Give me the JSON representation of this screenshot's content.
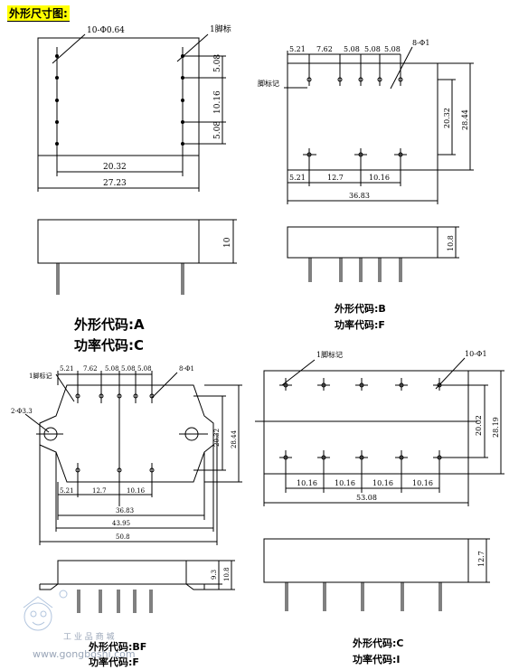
{
  "title": "外形尺寸图:",
  "diagrams": {
    "a": {
      "pin_spec": "10-Φ0.64",
      "pin1": "1脚标",
      "pitch": [
        "5.08",
        "10.16",
        "5.08"
      ],
      "width_inner": "20.32",
      "width_outer": "27.23",
      "height": "10",
      "caption_shape": "外形代码:A",
      "caption_power": "功率代码:C"
    },
    "b": {
      "top_dims": [
        "5.21",
        "7.62",
        "5.08",
        "5.08",
        "5.08"
      ],
      "pin_spec": "8-Φ1",
      "pin1": "脚标记",
      "height_inner": "20.32",
      "height_outer": "28.44",
      "bottom_dims": [
        "5.21",
        "12.7",
        "10.16"
      ],
      "width": "36.83",
      "body_height": "10.8",
      "caption_shape": "外形代码:B",
      "caption_power": "功率代码:F"
    },
    "bf": {
      "pin1": "1脚标记",
      "top_dims": [
        "5.21",
        "7.62",
        "5.08",
        "5.08",
        "5.08"
      ],
      "pin_spec": "8-Φ1",
      "hole_spec": "2-Φ3.3",
      "height_inner": "20.32",
      "height_outer": "28.44",
      "bottom_dims": [
        "5.21",
        "12.7",
        "10.16"
      ],
      "w1": "36.83",
      "w2": "43.95",
      "w3": "50.8",
      "h1": "9.3",
      "h2": "10.8",
      "caption_shape": "外形代码:BF",
      "caption_power": "功率代码:F"
    },
    "c": {
      "pin1": "1脚标记",
      "pin_spec": "10-Φ1",
      "height_inner": "20.02",
      "height_outer": "28.19",
      "pitch": [
        "10.16",
        "10.16",
        "10.16",
        "10.16"
      ],
      "width": "53.08",
      "body_height": "12.7",
      "caption_shape": "外形代码:C",
      "caption_power": "功率代码:I"
    }
  },
  "watermark": {
    "name": "工 业 品 商 城",
    "site": "www.gongboshi.com"
  }
}
